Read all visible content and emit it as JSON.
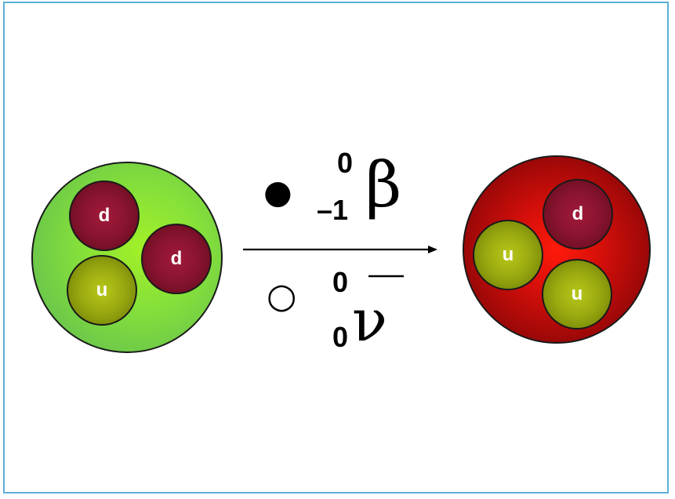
{
  "neutron": {
    "quarks": [
      "d",
      "d",
      "u"
    ]
  },
  "proton": {
    "quarks": [
      "d",
      "u",
      "u"
    ]
  },
  "beta_particle": {
    "bullet": "●",
    "mass_number": "0",
    "charge": "–1",
    "symbol": "β"
  },
  "antineutrino": {
    "bullet": "○",
    "mass_number": "0",
    "charge": "0",
    "symbol": "ν",
    "bar": true
  },
  "colors": {
    "frame": "#5cb0d8",
    "neutron": "#86e03a",
    "proton": "#d40f0a",
    "down_quark": "#8a1430",
    "up_quark": "#9aaa10"
  }
}
